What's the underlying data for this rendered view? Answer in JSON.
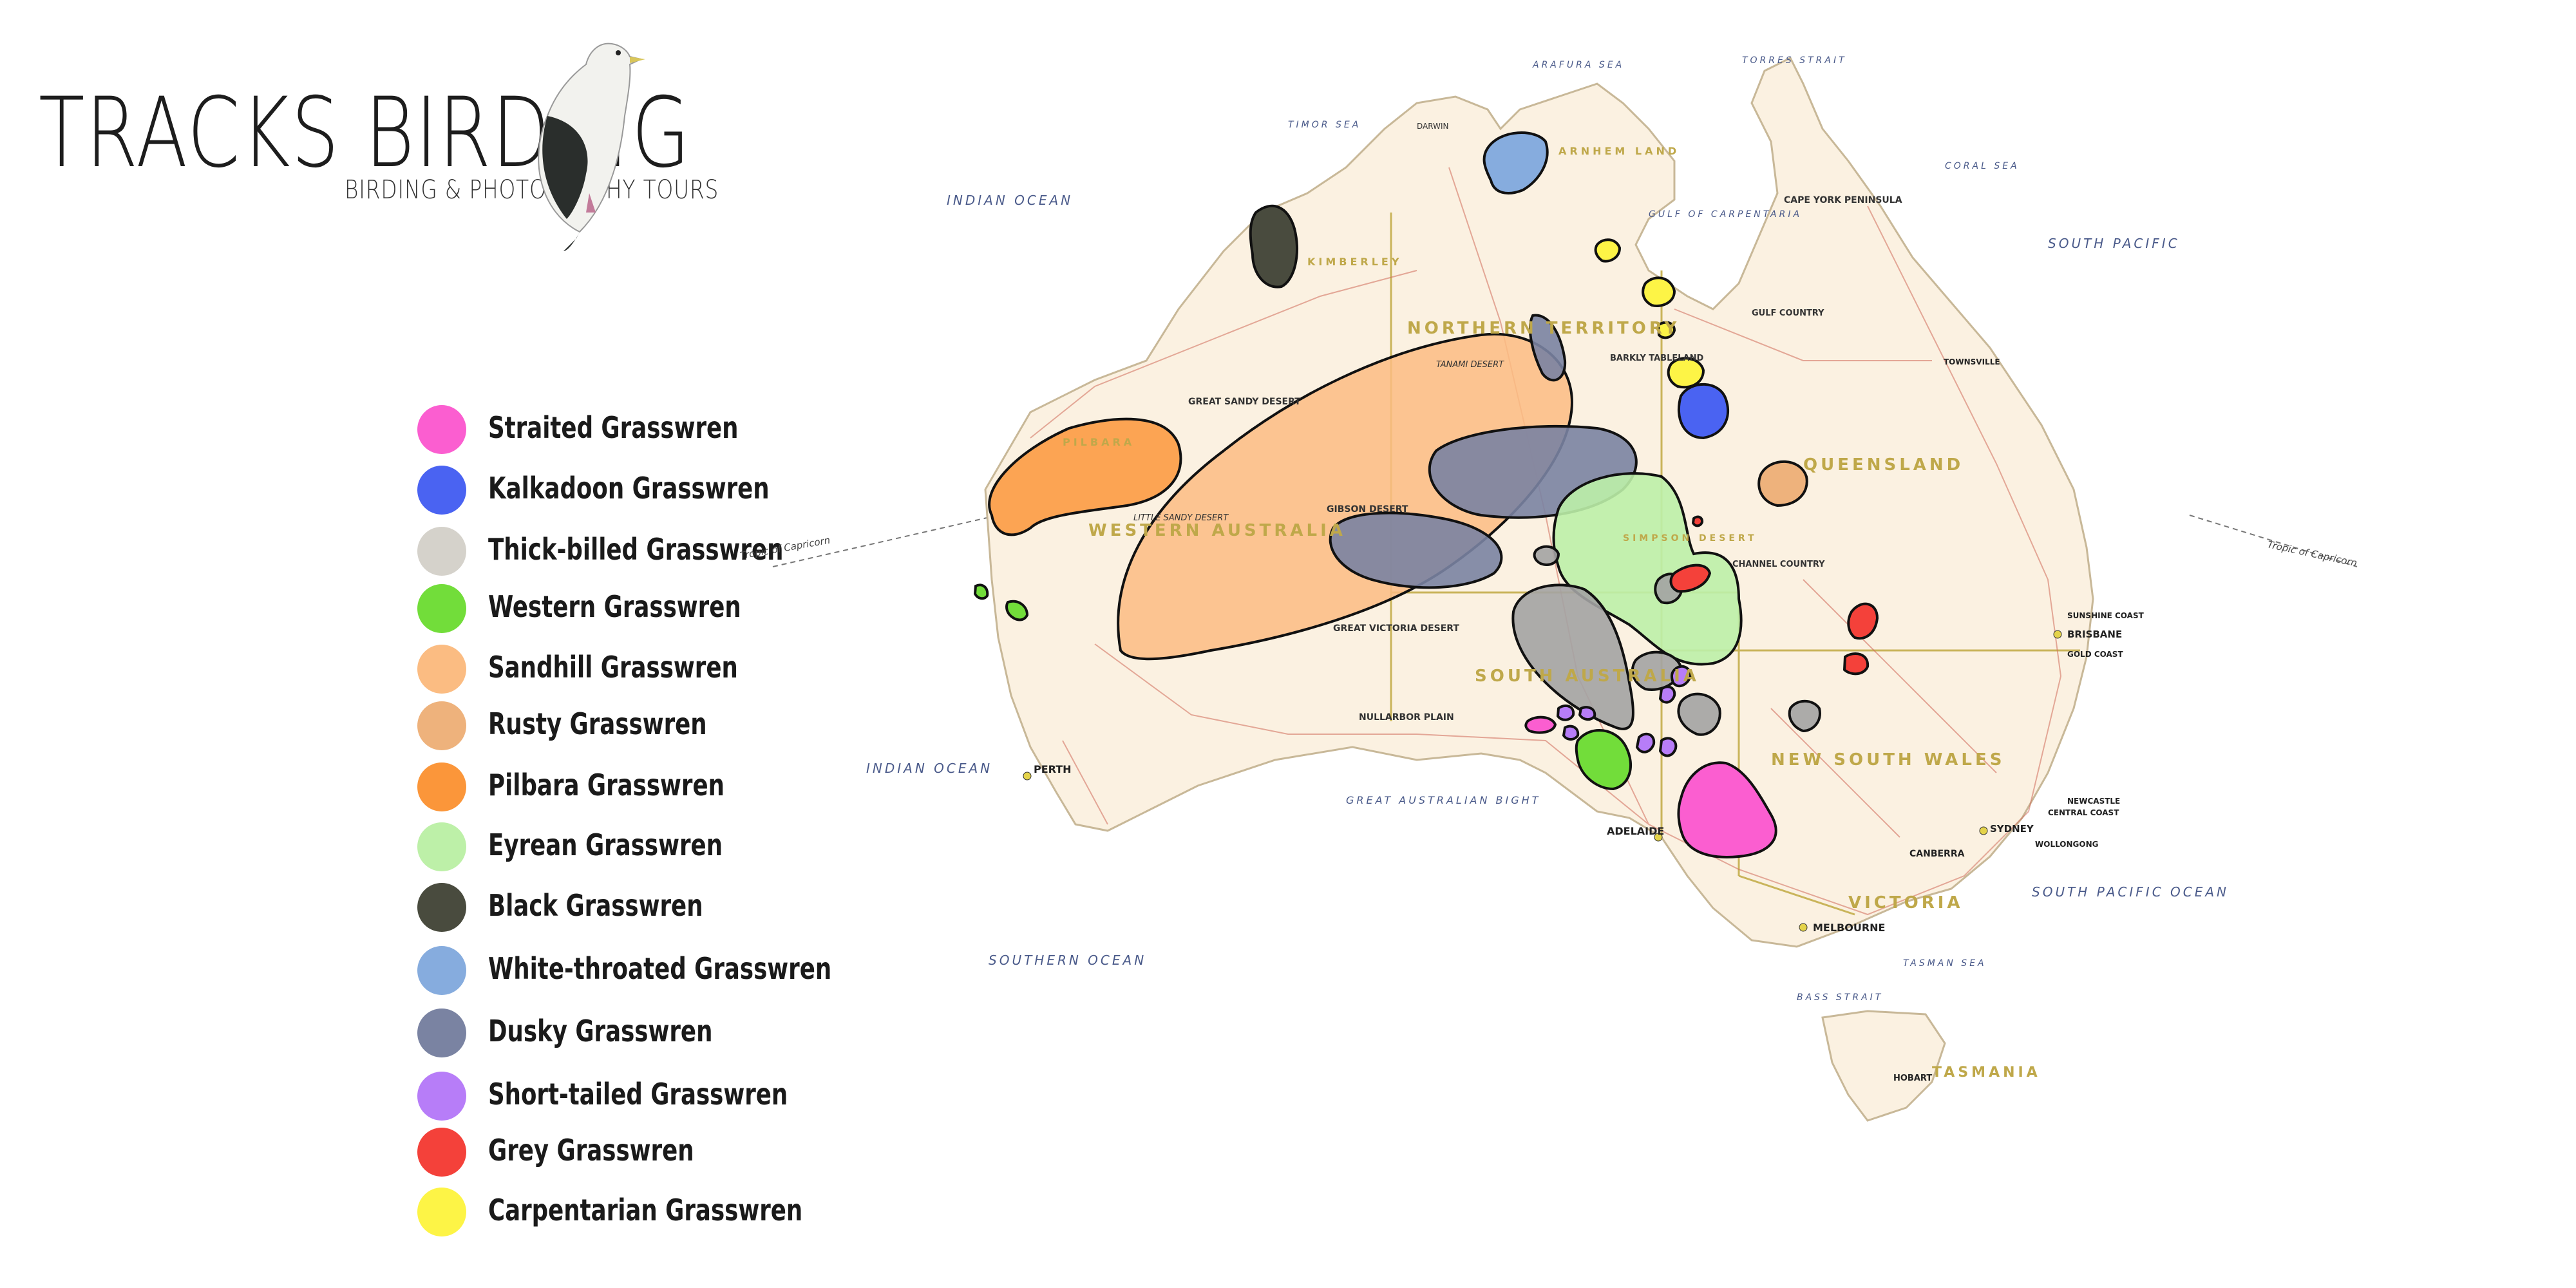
{
  "brand": {
    "title": "TRACKS BIRDING",
    "subtitle": "BIRDING & PHOTOGRAPHY TOURS"
  },
  "legend": [
    {
      "label": "Straited Grasswren",
      "color": "#fb5ed0"
    },
    {
      "label": "Kalkadoon Grasswren",
      "color": "#4a63f2"
    },
    {
      "label": "Thick-billed Grasswren",
      "color": "#d5d2cb"
    },
    {
      "label": "Western Grasswren",
      "color": "#72dd3a"
    },
    {
      "label": "Sandhill Grasswren",
      "color": "#fbbc82"
    },
    {
      "label": "Rusty Grasswren",
      "color": "#eeb27c"
    },
    {
      "label": "Pilbara Grasswren",
      "color": "#fb963a"
    },
    {
      "label": "Eyrean Grasswren",
      "color": "#bdf0a8"
    },
    {
      "label": "Black Grasswren",
      "color": "#494b3e"
    },
    {
      "label": "White-throated Grasswren",
      "color": "#86acde"
    },
    {
      "label": "Dusky Grasswren",
      "color": "#7a83a2"
    },
    {
      "label": "Short-tailed Grasswren",
      "color": "#b77df8"
    },
    {
      "label": "Grey Grasswren",
      "color": "#f4413a"
    },
    {
      "label": "Carpentarian Grasswren",
      "color": "#fdf446"
    }
  ],
  "map": {
    "oceans": [
      "INDIAN OCEAN",
      "INDIAN OCEAN",
      "SOUTHERN OCEAN",
      "SOUTH PACIFIC",
      "SOUTH PACIFIC OCEAN",
      "CORAL SEA",
      "TIMOR SEA",
      "ARAFURA SEA",
      "TASMAN SEA",
      "GREAT AUSTRALIAN BIGHT",
      "GULF OF CARPENTARIA",
      "BASS STRAIT",
      "TORRES STRAIT"
    ],
    "regions": [
      "WESTERN AUSTRALIA",
      "NORTHERN TERRITORY",
      "SOUTH AUSTRALIA",
      "QUEENSLAND",
      "NEW SOUTH WALES",
      "VICTORIA",
      "TASMANIA",
      "CAPE YORK PENINSULA",
      "GREAT SANDY DESERT",
      "GIBSON DESERT",
      "GREAT VICTORIA DESERT",
      "NULLARBOR PLAIN",
      "LITTLE SANDY DESERT",
      "TANAMI DESERT",
      "KIMBERLEY",
      "PILBARA",
      "ARNHEM LAND",
      "BARKLY TABLELAND",
      "SIMPSON DESERT",
      "CHANNEL COUNTRY",
      "GULF COUNTRY"
    ],
    "cities": [
      "PERTH",
      "ADELAIDE",
      "MELBOURNE",
      "SYDNEY",
      "BRISBANE",
      "CANBERRA",
      "HOBART",
      "DARWIN",
      "TOWNSVILLE",
      "NEWCASTLE",
      "GOLD COAST",
      "SUNSHINE COAST",
      "WOLLONGONG",
      "CENTRAL COAST"
    ],
    "tropic_label": "Tropic of Capricorn"
  }
}
